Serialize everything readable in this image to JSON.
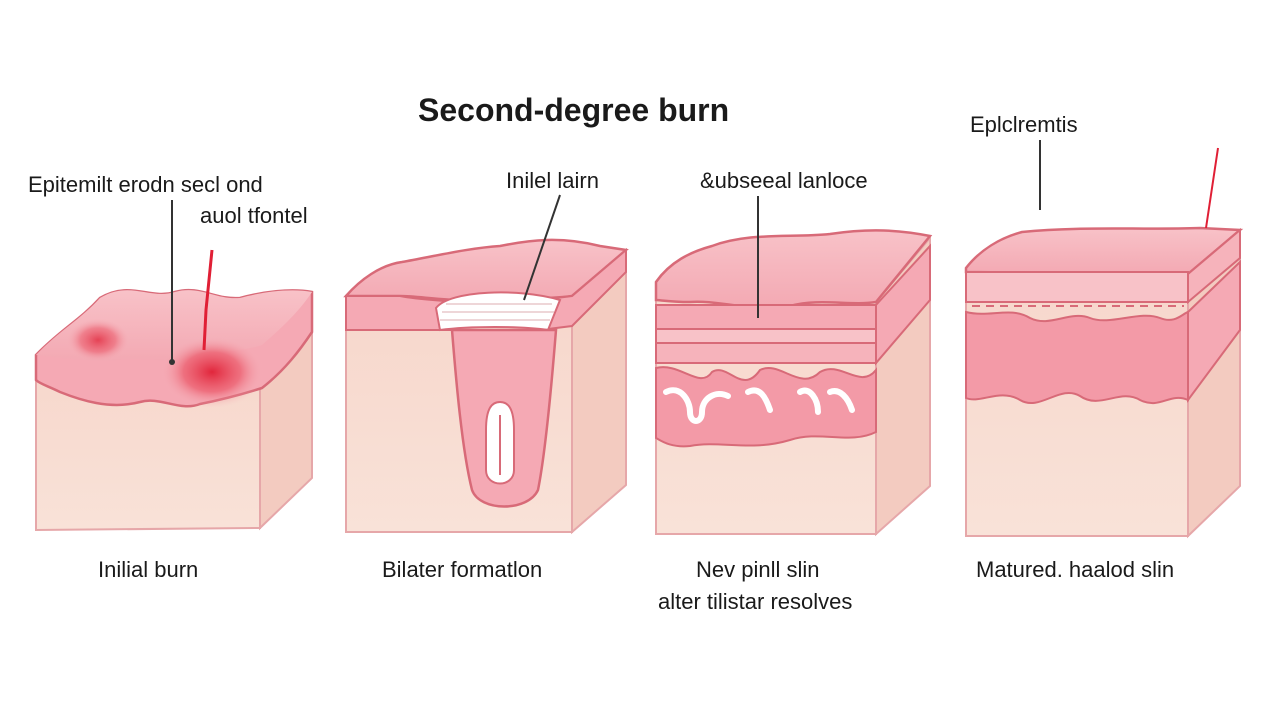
{
  "title": "Second-degree burn",
  "colors": {
    "outline": "#d86a78",
    "epidermis": "#f6b9c0",
    "dermis_side": "#f5d2c8",
    "dermis_front": "#f9ddd3",
    "band": "#f08e9c",
    "burn_red": "#e01f35",
    "blister_white": "#ffffff",
    "leader": "#333333"
  },
  "panels": [
    {
      "caption": "Inilial burn",
      "labels": [
        "Epitemilt erodn secl ond",
        "auol tfontel"
      ]
    },
    {
      "caption": "Bilater formatlon",
      "labels": [
        "Inilel lairn"
      ]
    },
    {
      "caption": [
        "Nev pinll slin",
        "alter tilistar resolves"
      ],
      "labels": [
        "&ubseeal lanloce"
      ]
    },
    {
      "caption": "Matured. haalod slin",
      "labels": [
        "Eplclremtis"
      ]
    }
  ]
}
